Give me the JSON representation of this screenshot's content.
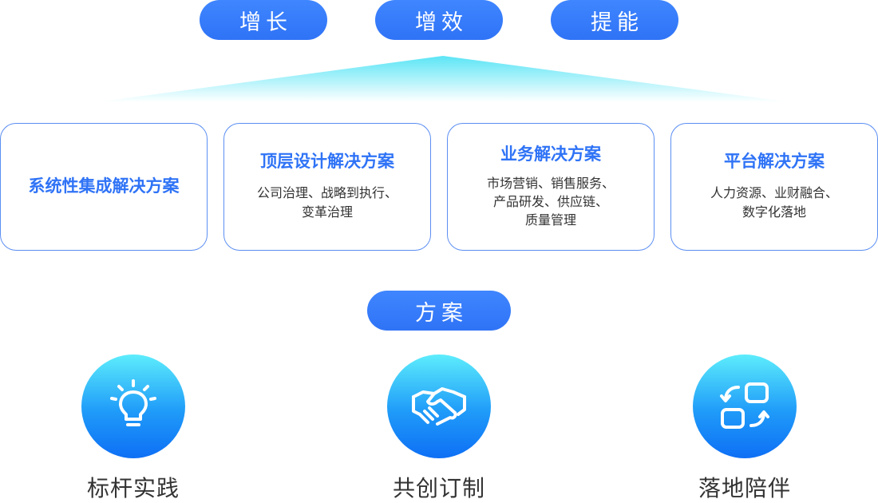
{
  "top_pills": [
    {
      "label": "增长"
    },
    {
      "label": "增效"
    },
    {
      "label": "提能"
    }
  ],
  "cards": [
    {
      "title": "系统性集成解决方案",
      "lines": []
    },
    {
      "title": "顶层设计解决方案",
      "lines": [
        "公司治理、战略到执行、",
        "变革治理"
      ]
    },
    {
      "title": "业务解决方案",
      "lines": [
        "市场营销、销售服务、",
        "产品研发、供应链、",
        "质量管理"
      ]
    },
    {
      "title": "平台解决方案",
      "lines": [
        "人力资源、业财融合、",
        "数字化落地"
      ]
    }
  ],
  "middle_pill": {
    "label": "方案"
  },
  "pillars": [
    {
      "label": "标杆实践",
      "icon": "lightbulb-icon"
    },
    {
      "label": "共创订制",
      "icon": "handshake-icon"
    },
    {
      "label": "落地陪伴",
      "icon": "swap-blocks-icon"
    }
  ],
  "colors": {
    "primary": "#2f73f6",
    "card_border": "#5b8ef2",
    "beam": "#3ee0f4",
    "circle_top": "#5dedfc",
    "circle_bottom": "#0e6ff5"
  }
}
